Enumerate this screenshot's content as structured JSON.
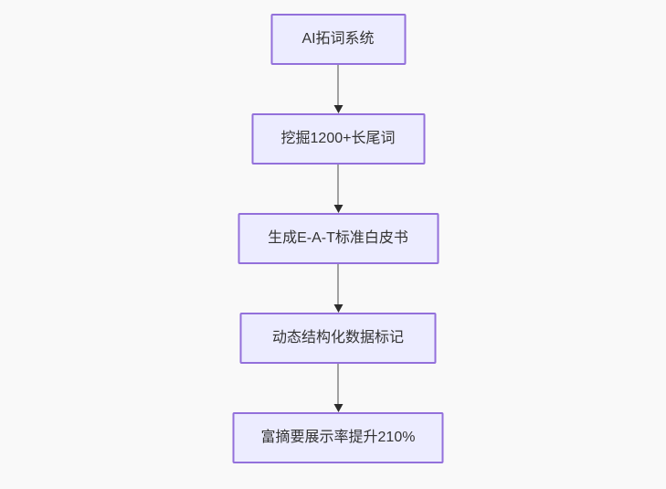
{
  "page": {
    "background_color": "#f9f9f9"
  },
  "diagram": {
    "type": "flowchart",
    "direction": "top-down",
    "style": {
      "node_fill": "#ECECFF",
      "node_border": "#9370DB",
      "text_color": "#333333",
      "arrow_color": "#333333"
    },
    "nodes": [
      {
        "label": "AI拓词系统"
      },
      {
        "label": "挖掘1200+长尾词"
      },
      {
        "label": "生成E-A-T标准白皮书"
      },
      {
        "label": "动态结构化数据标记"
      },
      {
        "label": "富摘要展示率提升210%"
      }
    ],
    "edges": [
      {
        "from": 0,
        "to": 1
      },
      {
        "from": 1,
        "to": 2
      },
      {
        "from": 2,
        "to": 3
      },
      {
        "from": 3,
        "to": 4
      }
    ]
  }
}
